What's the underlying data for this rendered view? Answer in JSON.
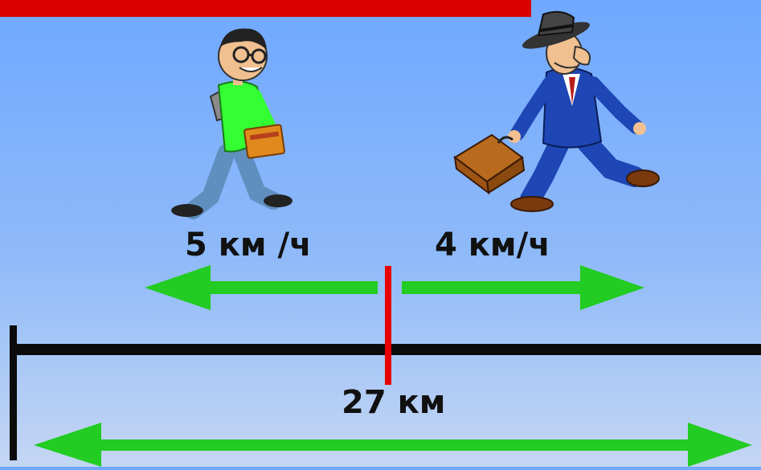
{
  "speeds": {
    "left": "5 км /ч",
    "right": "4 км/ч"
  },
  "distance": "27 км",
  "colors": {
    "banner": "#d90000",
    "arrow": "#22cc22",
    "road": "#0b0b0b",
    "start_mark": "#e60000",
    "sky_top": "#6fa8ff",
    "sky_bottom": "#c4d6f3"
  },
  "figures": [
    "student-walking",
    "businessman-walking"
  ]
}
